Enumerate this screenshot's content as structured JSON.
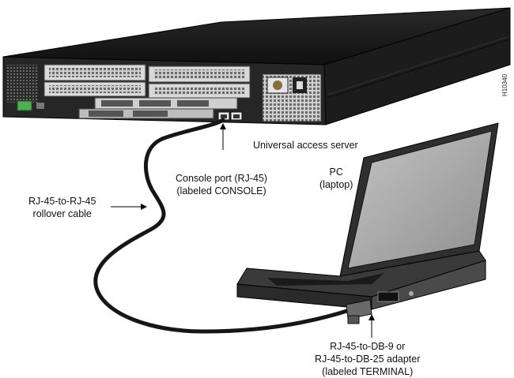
{
  "figure_id": "H10340",
  "labels": {
    "server": "Universal access server",
    "console_port": [
      "Console port (RJ-45)",
      "(labeled CONSOLE)"
    ],
    "pc": [
      "PC",
      "(laptop)"
    ],
    "cable": [
      "RJ-45-to-RJ-45",
      "rollover cable"
    ],
    "adapter": [
      "RJ-45-to-DB-9 or",
      "RJ-45-to-DB-25 adapter",
      "(labeled TERMINAL)"
    ]
  },
  "colors": {
    "chassis_dark": "#1a1a1a",
    "chassis_mid": "#3a3a3a",
    "card_light": "#d9d9d9",
    "led_green": "#4caf50",
    "cable": "#161616",
    "laptop_body": "#2f2f2f",
    "laptop_panel": "#a8a8a8"
  }
}
